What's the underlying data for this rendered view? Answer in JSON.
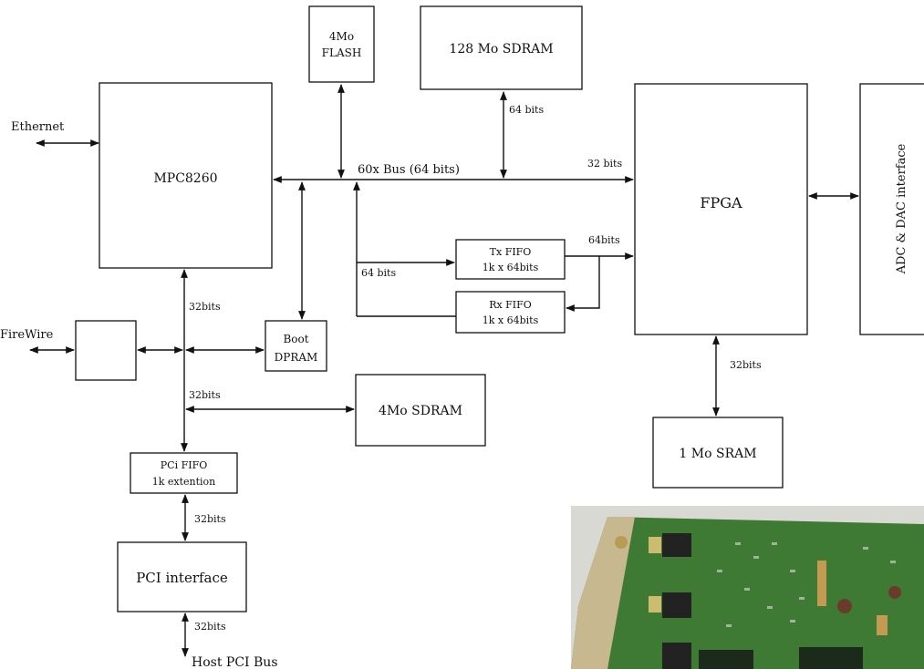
{
  "blocks": {
    "flash": [
      "4Mo",
      "FLASH"
    ],
    "sdram128": "128 Mo SDRAM",
    "mpc": "MPC8260",
    "fpga": "FPGA",
    "adc_dac": "ADC & DAC interface",
    "tx_fifo": [
      "Tx FIFO",
      "1k x 64bits"
    ],
    "rx_fifo": [
      "Rx FIFO",
      "1k x 64bits"
    ],
    "boot_dpram": [
      "Boot",
      "DPRAM"
    ],
    "sdram4": "4Mo SDRAM",
    "sram1": "1 Mo SRAM",
    "pci_fifo": [
      "PCi FIFO",
      "1k extention"
    ],
    "pci_interface": "PCI interface"
  },
  "labels": {
    "ethernet": "Ethernet",
    "firewire": "FireWire",
    "bus60x": "60x Bus (64 bits)",
    "bus_32_fpga": "32 bits",
    "sdram_64": "64 bits",
    "fifo_left_64": "64 bits",
    "fifo_right_64": "64bits",
    "mpc_32": "32bits",
    "pci_32_top": "32bits",
    "pci_32_mid": "32bits",
    "pci_32_bottom": "32bits",
    "sram_32": "32bits",
    "host_pci_bus": "Host PCI Bus"
  },
  "colors": {
    "line": "#111111",
    "pcb_green": "#3f7a35",
    "pcb_tan": "#c7b88f"
  }
}
